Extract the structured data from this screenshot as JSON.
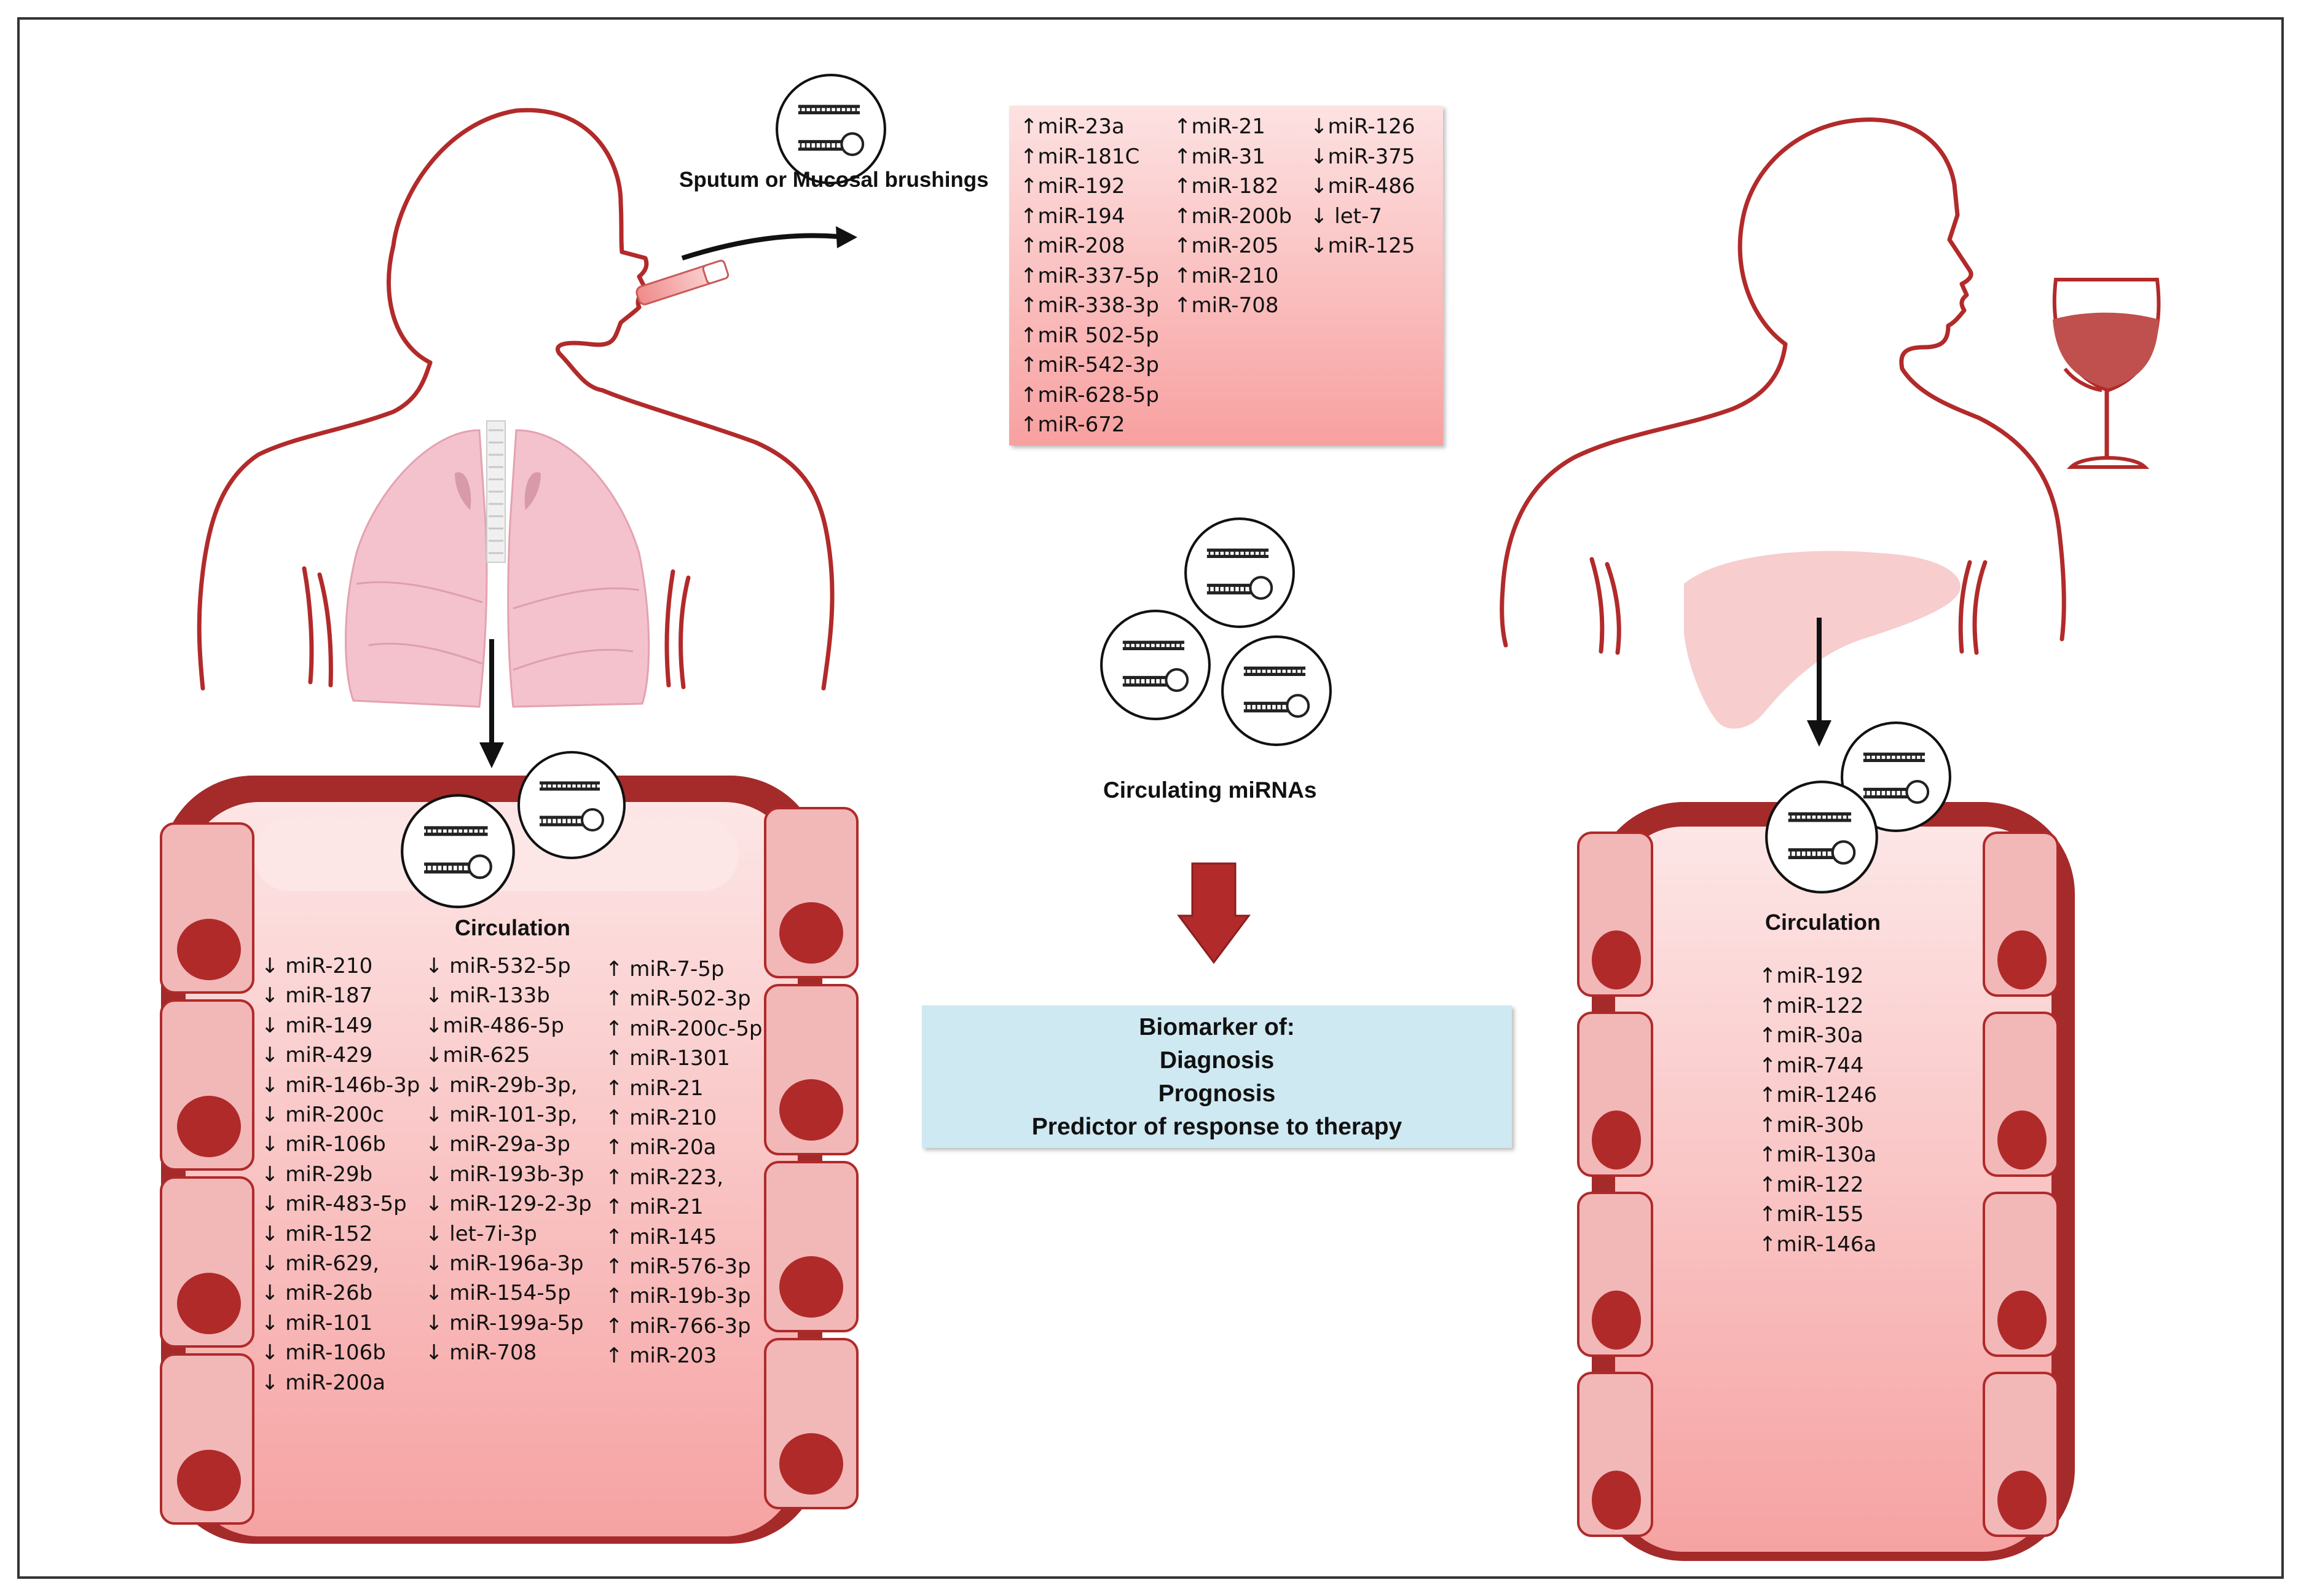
{
  "sputum": {
    "title": "Sputum or Mucosal brushings",
    "col1": [
      "↑miR-23a",
      "↑miR-181C",
      "↑miR-192",
      "↑miR-194",
      "↑miR-208",
      "↑miR-337-5p",
      "↑miR-338-3p",
      "↑miR 502-5p",
      "↑miR-542-3p",
      "↑miR-628-5p",
      "↑miR-672"
    ],
    "col2": [
      "↑miR-21",
      "↑miR-31",
      "↑miR-182",
      "↑miR-200b",
      "↑miR-205",
      "↑miR-210",
      "↑miR-708"
    ],
    "col3": [
      "↓miR-126",
      "↓miR-375",
      "↓miR-486",
      "↓ let-7",
      "↓miR-125"
    ]
  },
  "center": {
    "circulating_label": "Circulating miRNAs",
    "biomarker_lines": [
      "Biomarker of:",
      "Diagnosis",
      "Prognosis",
      "Predictor of response to therapy"
    ]
  },
  "lung_circulation": {
    "title": "Circulation",
    "col1": [
      "↓ miR-210",
      "↓ miR-187",
      "↓ miR-149",
      "↓ miR-429",
      "↓ miR-146b-3p",
      "↓ miR-200c",
      "↓ miR-106b",
      "↓ miR-29b",
      "↓ miR-483-5p",
      "↓ miR-152",
      "↓ miR-629,",
      "↓ miR-26b",
      "↓ miR-101",
      "↓ miR-106b",
      "↓ miR-200a"
    ],
    "col2": [
      "↓ miR-532-5p",
      "↓ miR-133b",
      "↓miR-486-5p",
      "↓miR-625",
      "↓ miR-29b-3p,",
      "↓ miR-101-3p,",
      "↓ miR-29a-3p",
      "↓ miR-193b-3p",
      "↓ miR-129-2-3p",
      "↓ let-7i-3p",
      "↓ miR-196a-3p",
      "↓ miR-154-5p",
      "↓ miR-199a-5p",
      "↓ miR-708"
    ],
    "col3": [
      "↑ miR-7-5p",
      "↑ miR-502-3p",
      "↑ miR-200c-5p",
      "↑ miR-1301",
      "↑ miR-21",
      "↑ miR-210",
      "↑ miR-20a",
      "↑ miR-223,",
      "↑ miR-21",
      "↑ miR-145",
      "↑ miR-576-3p",
      "↑ miR-19b-3p",
      "↑ miR-766-3p",
      "↑ miR-203"
    ]
  },
  "liver_circulation": {
    "title": "Circulation",
    "items": [
      "↑miR-192",
      "↑miR-122",
      "↑miR-30a",
      "↑miR-744",
      "↑miR-1246",
      "↑miR-30b",
      "↑miR-130a",
      "↑miR-122",
      "↑miR-155",
      "↑miR-146a"
    ]
  },
  "colors": {
    "outline": "#b22a2a",
    "vessel_wall": "#a52a2a",
    "cell_fill": "#f2b8b8",
    "nucleus": "#b02a2a",
    "lung": "#f4c2cc",
    "liver": "#f7cdcd",
    "arrow_red": "#b22a2a",
    "biomarker_bg": "#cfe9f2"
  }
}
